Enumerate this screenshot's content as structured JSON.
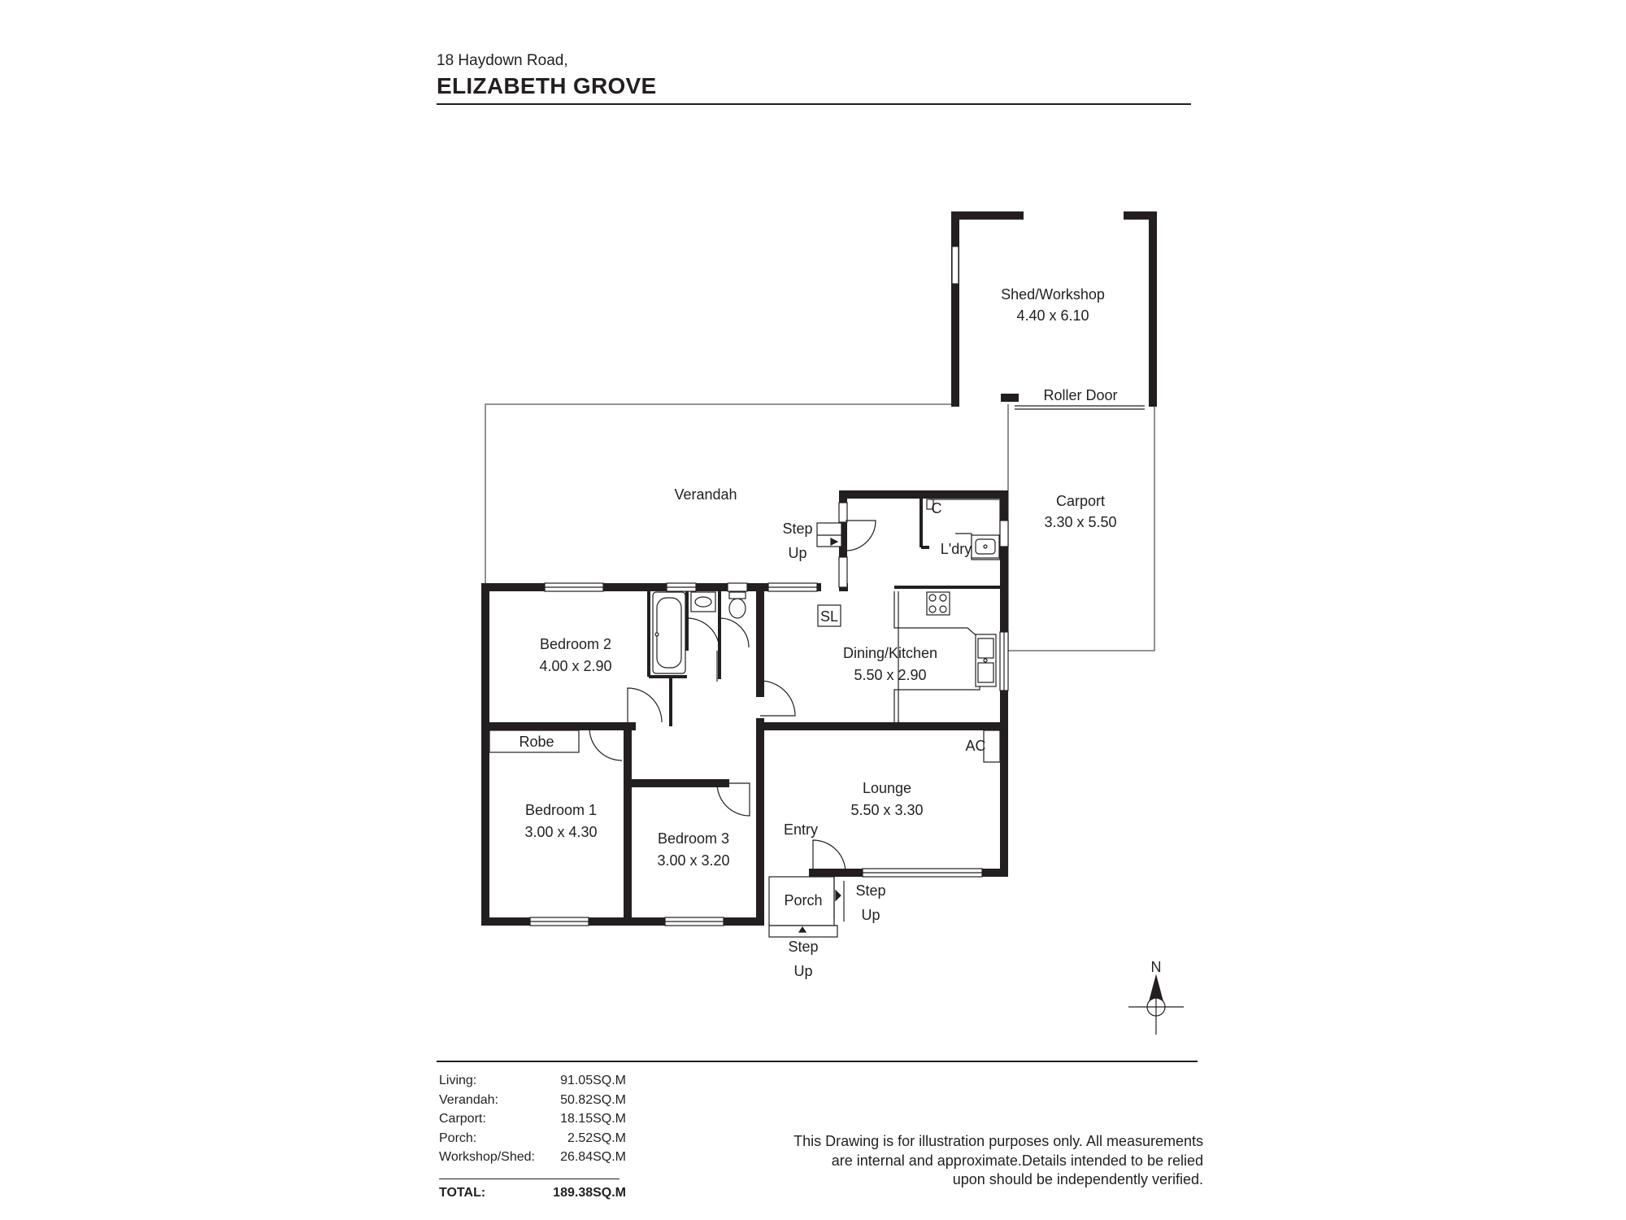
{
  "header": {
    "address_line1": "18 Haydown Road,",
    "address_line2": "ELIZABETH GROVE"
  },
  "rooms": {
    "shed": {
      "name": "Shed/Workshop",
      "dims": "4.40 x 6.10"
    },
    "roller_door": "Roller Door",
    "carport": {
      "name": "Carport",
      "dims": "3.30 x 5.50"
    },
    "verandah": "Verandah",
    "laundry": "L'dry",
    "cupboard": "C",
    "skylight": "SL",
    "bedroom2": {
      "name": "Bedroom 2",
      "dims": "4.00 x 2.90"
    },
    "dining_kitchen": {
      "name": "Dining/Kitchen",
      "dims": "5.50 x 2.90"
    },
    "robe": "Robe",
    "ac": "AC",
    "bedroom1": {
      "name": "Bedroom 1",
      "dims": "3.00 x 4.30"
    },
    "bedroom3": {
      "name": "Bedroom 3",
      "dims": "3.00 x 3.20"
    },
    "lounge": {
      "name": "Lounge",
      "dims": "5.50 x 3.30"
    },
    "entry": "Entry",
    "porch": "Porch",
    "step": "Step",
    "up": "Up"
  },
  "compass": {
    "label": "N"
  },
  "areas": [
    {
      "label": "Living:",
      "value": "91.05SQ.M"
    },
    {
      "label": "Verandah:",
      "value": "50.82SQ.M"
    },
    {
      "label": "Carport:",
      "value": "18.15SQ.M"
    },
    {
      "label": "Porch:",
      "value": "2.52SQ.M"
    },
    {
      "label": "Workshop/Shed:",
      "value": "26.84SQ.M"
    }
  ],
  "total": {
    "label": "TOTAL:",
    "value": "189.38SQ.M"
  },
  "disclaimer": [
    "This Drawing is for illustration purposes only. All measurements",
    "are internal and approximate.Details intended to be relied",
    "upon should be independently verified."
  ]
}
